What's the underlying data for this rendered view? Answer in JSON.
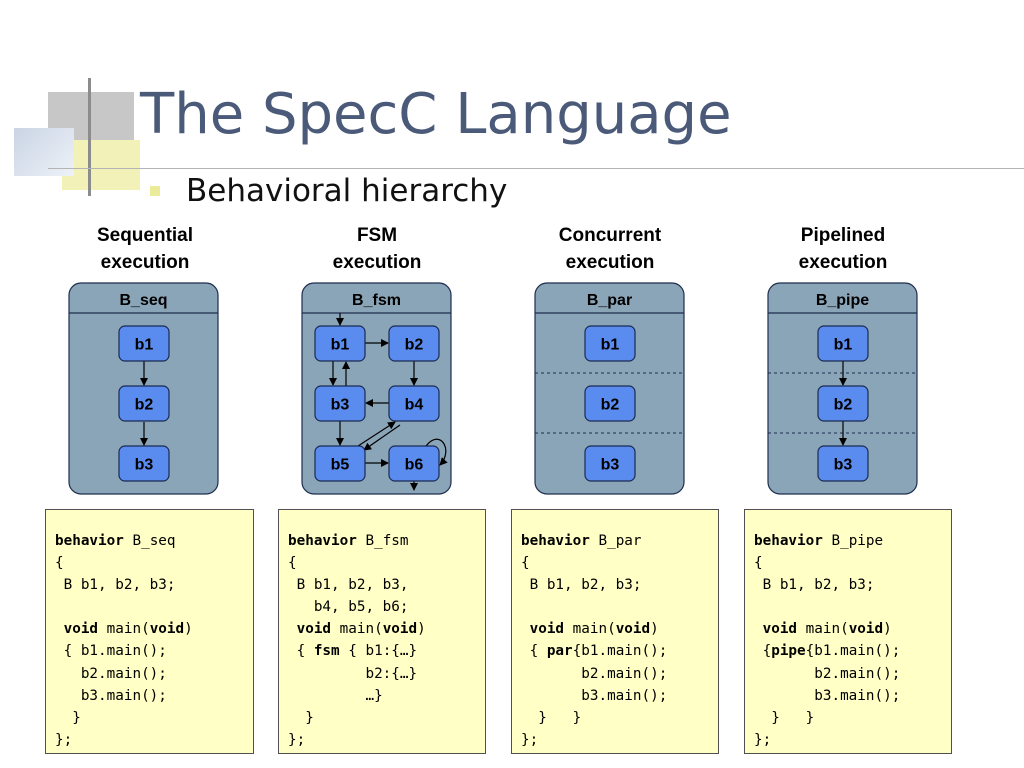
{
  "title": "The SpecC Language",
  "bullet": "Behavioral hierarchy",
  "colors": {
    "title": "#4a5a78",
    "container_fill": "#8aa4b8",
    "node_fill": "#5a8cf0",
    "code_background": "#ffffc6",
    "bullet_mark": "#eaec9a"
  },
  "columns": [
    {
      "heading": [
        "Sequential",
        "execution"
      ],
      "behavior": "B_seq",
      "nodes": [
        "b1",
        "b2",
        "b3"
      ],
      "code": [
        [
          {
            "t": "behavior",
            "b": true
          },
          {
            "t": " B_seq"
          }
        ],
        [
          {
            "t": "{"
          }
        ],
        [
          {
            "t": " B b1, b2, b3;"
          }
        ],
        [],
        [
          {
            "t": " "
          },
          {
            "t": "void",
            "b": true
          },
          {
            "t": " main("
          },
          {
            "t": "void",
            "b": true
          },
          {
            "t": ")"
          }
        ],
        [
          {
            "t": " { b1.main();"
          }
        ],
        [
          {
            "t": "   b2.main();"
          }
        ],
        [
          {
            "t": "   b3.main();"
          }
        ],
        [
          {
            "t": "  }"
          }
        ],
        [
          {
            "t": "};"
          }
        ]
      ]
    },
    {
      "heading": [
        "FSM",
        "execution"
      ],
      "behavior": "B_fsm",
      "nodes": [
        "b1",
        "b2",
        "b3",
        "b4",
        "b5",
        "b6"
      ],
      "code": [
        [
          {
            "t": "behavior",
            "b": true
          },
          {
            "t": " B_fsm"
          }
        ],
        [
          {
            "t": "{"
          }
        ],
        [
          {
            "t": " B b1, b2, b3,"
          }
        ],
        [
          {
            "t": "   b4, b5, b6;"
          }
        ],
        [
          {
            "t": " "
          },
          {
            "t": "void",
            "b": true
          },
          {
            "t": " main("
          },
          {
            "t": "void",
            "b": true
          },
          {
            "t": ")"
          }
        ],
        [
          {
            "t": " { "
          },
          {
            "t": "fsm",
            "b": true
          },
          {
            "t": " { b1:{…}"
          }
        ],
        [
          {
            "t": "         b2:{…}"
          }
        ],
        [
          {
            "t": "         …}"
          }
        ],
        [
          {
            "t": "  }"
          }
        ],
        [
          {
            "t": "};"
          }
        ]
      ]
    },
    {
      "heading": [
        "Concurrent",
        "execution"
      ],
      "behavior": "B_par",
      "nodes": [
        "b1",
        "b2",
        "b3"
      ],
      "code": [
        [
          {
            "t": "behavior",
            "b": true
          },
          {
            "t": " B_par"
          }
        ],
        [
          {
            "t": "{"
          }
        ],
        [
          {
            "t": " B b1, b2, b3;"
          }
        ],
        [],
        [
          {
            "t": " "
          },
          {
            "t": "void",
            "b": true
          },
          {
            "t": " main("
          },
          {
            "t": "void",
            "b": true
          },
          {
            "t": ")"
          }
        ],
        [
          {
            "t": " { "
          },
          {
            "t": "par",
            "b": true
          },
          {
            "t": "{b1.main();"
          }
        ],
        [
          {
            "t": "       b2.main();"
          }
        ],
        [
          {
            "t": "       b3.main();"
          }
        ],
        [
          {
            "t": "  }   }"
          }
        ],
        [
          {
            "t": "};"
          }
        ]
      ]
    },
    {
      "heading": [
        "Pipelined",
        "execution"
      ],
      "behavior": "B_pipe",
      "nodes": [
        "b1",
        "b2",
        "b3"
      ],
      "code": [
        [
          {
            "t": "behavior",
            "b": true
          },
          {
            "t": " B_pipe"
          }
        ],
        [
          {
            "t": "{"
          }
        ],
        [
          {
            "t": " B b1, b2, b3;"
          }
        ],
        [],
        [
          {
            "t": " "
          },
          {
            "t": "void",
            "b": true
          },
          {
            "t": " main("
          },
          {
            "t": "void",
            "b": true
          },
          {
            "t": ")"
          }
        ],
        [
          {
            "t": " {"
          },
          {
            "t": "pipe",
            "b": true
          },
          {
            "t": "{b1.main();"
          }
        ],
        [
          {
            "t": "       b2.main();"
          }
        ],
        [
          {
            "t": "       b3.main();"
          }
        ],
        [
          {
            "t": "  }   }"
          }
        ],
        [
          {
            "t": "};"
          }
        ]
      ]
    }
  ]
}
